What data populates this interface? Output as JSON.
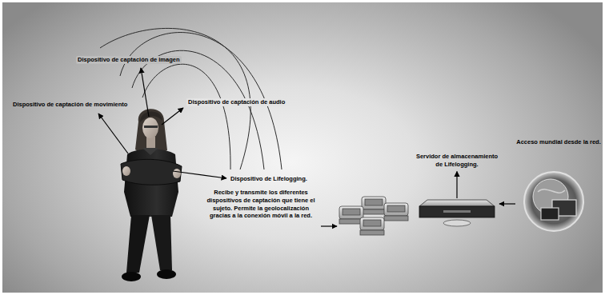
{
  "diagram": {
    "nodes": [
      {
        "text": [
          "Servidor de almacenamiento de Lifelogging."
        ]
      },
      {
        "text": [
          "Acceso mundial desde la red."
        ]
      }
    ],
    "edges": [
      {
        "from": 1,
        "to": 0,
        "arrow": "to"
      }
    ],
    "labels": [
      "Dispositivo de captación de imagen",
      "Dispositivo de captación de audio",
      "Dispositivo de captación de movimiento",
      "Dispositivo de Lifelogging.",
      "Recibe y transmite los diferentes dispositivos de captación que tiene el sujeto. Permite la geolocalización gracias a la conexión móvil a la red."
    ]
  }
}
